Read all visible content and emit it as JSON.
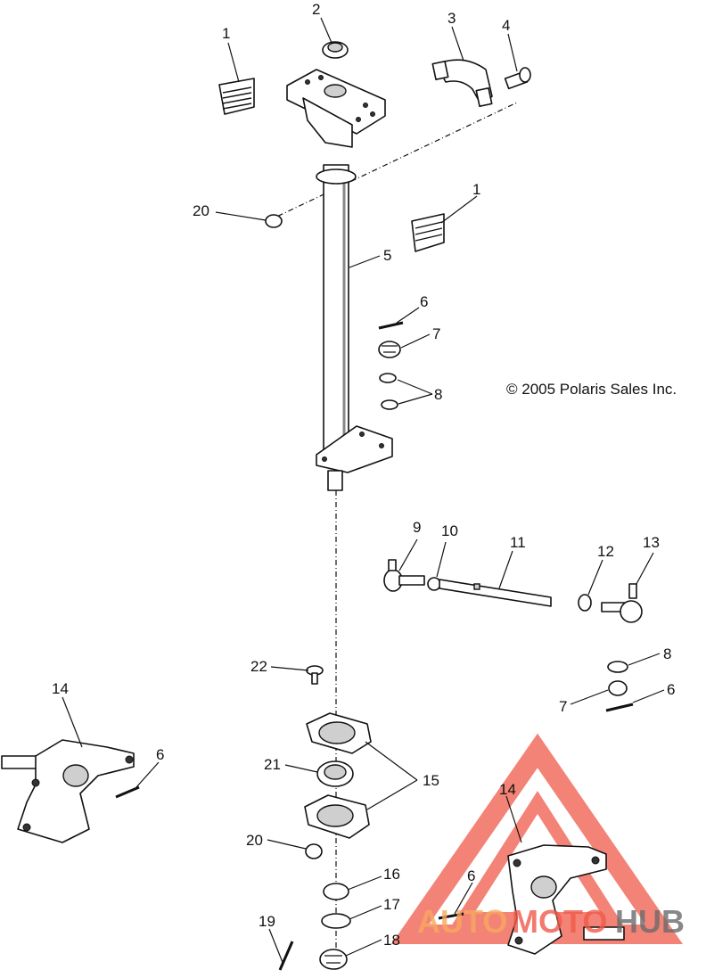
{
  "diagram": {
    "copyright": "© 2005 Polaris Sales Inc.",
    "callouts": {
      "c1a": "1",
      "c1b": "1",
      "c2": "2",
      "c3": "3",
      "c4": "4",
      "c5": "5",
      "c6a": "6",
      "c6b": "6",
      "c6c": "6",
      "c6d": "6",
      "c7a": "7",
      "c7b": "7",
      "c8a": "8",
      "c8b": "8",
      "c9": "9",
      "c10": "10",
      "c11": "11",
      "c12": "12",
      "c13": "13",
      "c14a": "14",
      "c14b": "14",
      "c15": "15",
      "c16": "16",
      "c17": "17",
      "c18": "18",
      "c19": "19",
      "c20a": "20",
      "c20b": "20",
      "c21": "21",
      "c22": "22"
    },
    "watermark": {
      "left": "AUTO",
      "middle": "MOTO",
      "right": "HUB",
      "accent_color": "#f05a4a",
      "text_color": "#f7a860",
      "hub_color": "#6b6b6b"
    }
  }
}
